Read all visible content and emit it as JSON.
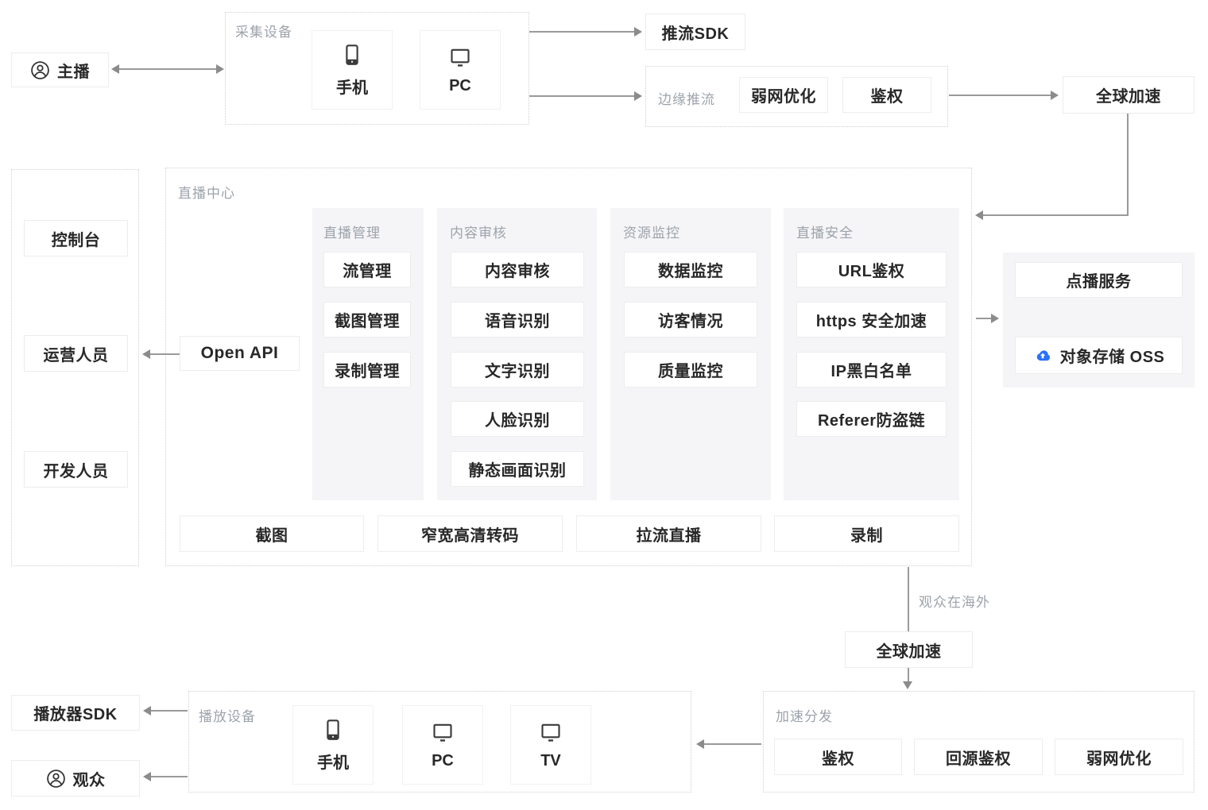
{
  "palette": {
    "accent_blue": "#2a72f8",
    "text": "#282828",
    "muted_label": "#9da3ab",
    "arrow": "#9a9a9a",
    "panel_bg": "#f5f5f7",
    "box_border": "#ececec"
  },
  "icons": {
    "user": "user-in-circle",
    "phone": "smartphone",
    "monitor": "desktop-monitor",
    "tv": "tv-screen",
    "oss": "blue-cloud-upload"
  },
  "top": {
    "anchor_label": "主播",
    "capture": {
      "label": "采集设备",
      "devices": [
        {
          "label": "手机"
        },
        {
          "label": "PC"
        }
      ]
    },
    "push_sdk": "推流SDK",
    "edge_push": {
      "label": "边缘推流",
      "items": [
        "弱网优化",
        "鉴权"
      ]
    },
    "global_accel": "全球加速"
  },
  "left_panel": {
    "items": [
      "控制台",
      "运营人员",
      "开发人员"
    ]
  },
  "live_center": {
    "label": "直播中心",
    "open_api": "Open API",
    "columns": [
      {
        "title": "直播管理",
        "items": [
          "流管理",
          "截图管理",
          "录制管理"
        ]
      },
      {
        "title": "内容审核",
        "items": [
          "内容审核",
          "语音识别",
          "文字识别",
          "人脸识别",
          "静态画面识别"
        ]
      },
      {
        "title": "资源监控",
        "items": [
          "数据监控",
          "访客情况",
          "质量监控"
        ]
      },
      {
        "title": "直播安全",
        "items": [
          "URL鉴权",
          "https 安全加速",
          "IP黑白名单",
          "Referer防盗链"
        ]
      }
    ],
    "bottom_items": [
      "截图",
      "窄宽高清转码",
      "拉流直播",
      "录制"
    ]
  },
  "right_panel": {
    "vod": "点播服务",
    "oss": "对象存储 OSS"
  },
  "bottom": {
    "overseas_label": "观众在海外",
    "global_accel": "全球加速",
    "distribution": {
      "label": "加速分发",
      "items": [
        "鉴权",
        "回源鉴权",
        "弱网优化"
      ]
    },
    "playback": {
      "label": "播放设备",
      "devices": [
        {
          "label": "手机"
        },
        {
          "label": "PC"
        },
        {
          "label": "TV"
        }
      ]
    },
    "player_sdk": "播放器SDK",
    "viewer_label": "观众"
  }
}
